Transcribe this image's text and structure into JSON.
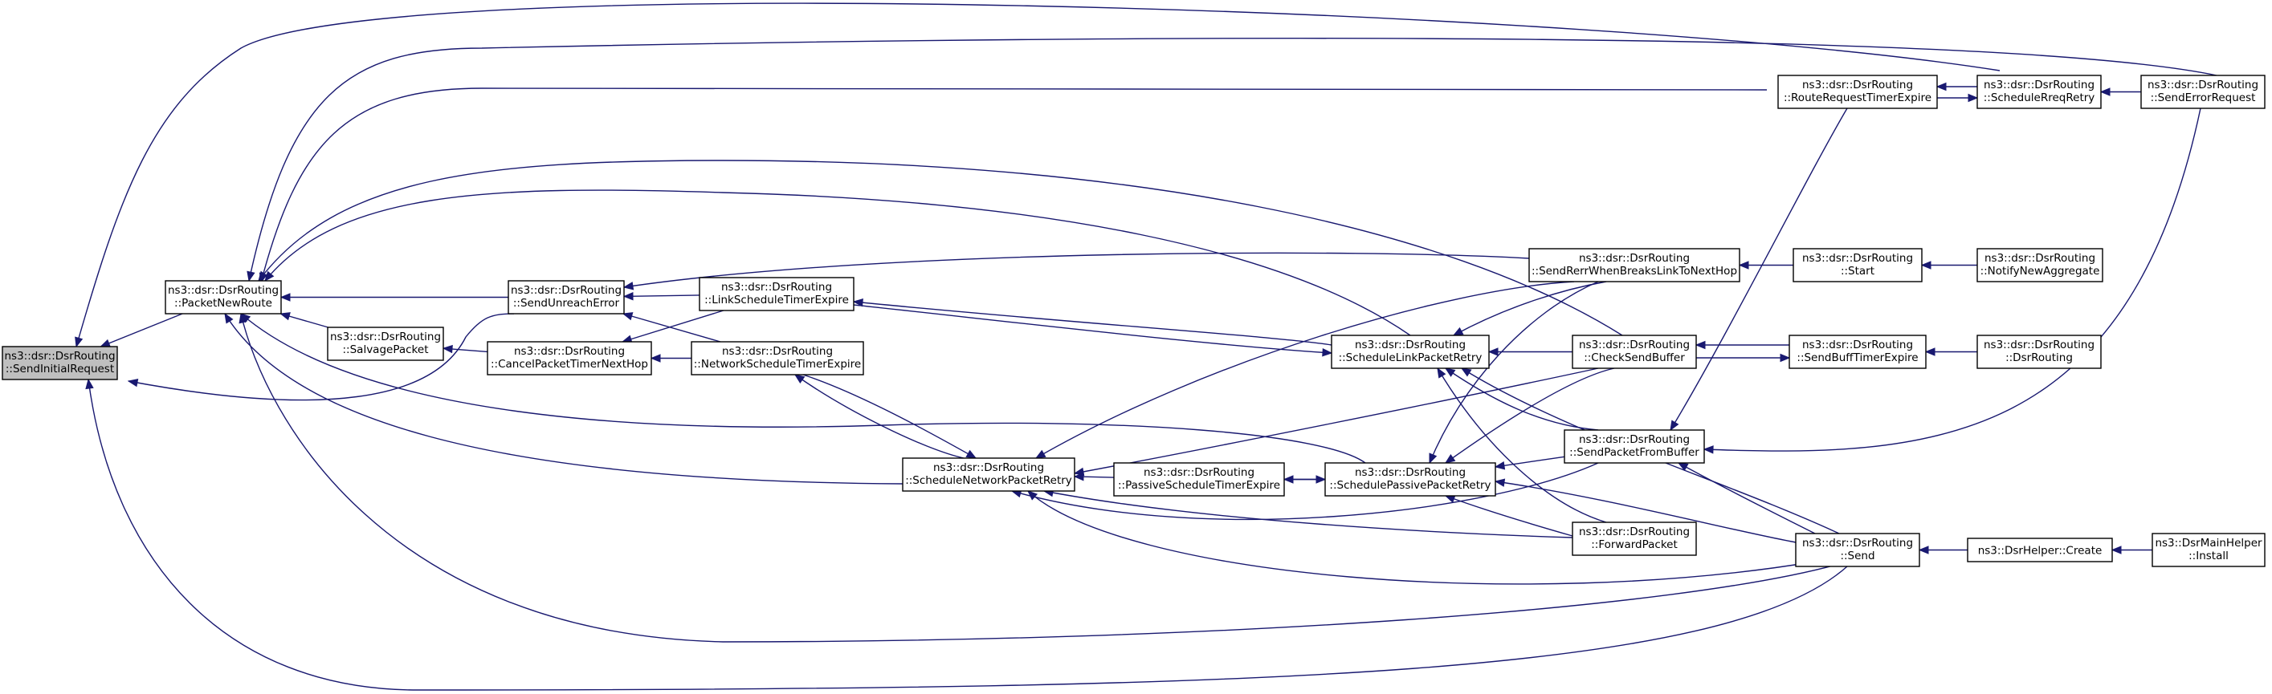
{
  "graph": {
    "nodes": [
      {
        "id": "n0",
        "lines": [
          "ns3::dsr::DsrRouting",
          "::SendInitialRequest"
        ],
        "root": true
      },
      {
        "id": "n1",
        "lines": [
          "ns3::dsr::DsrRouting",
          "::PacketNewRoute"
        ]
      },
      {
        "id": "n2",
        "lines": [
          "ns3::dsr::DsrRouting",
          "::SalvagePacket"
        ]
      },
      {
        "id": "n3",
        "lines": [
          "ns3::dsr::DsrRouting",
          "::SendUnreachError"
        ]
      },
      {
        "id": "n4",
        "lines": [
          "ns3::dsr::DsrRouting",
          "::CancelPacketTimerNextHop"
        ]
      },
      {
        "id": "n5",
        "lines": [
          "ns3::dsr::DsrRouting",
          "::LinkScheduleTimerExpire"
        ]
      },
      {
        "id": "n6",
        "lines": [
          "ns3::dsr::DsrRouting",
          "::NetworkScheduleTimerExpire"
        ]
      },
      {
        "id": "n7",
        "lines": [
          "ns3::dsr::DsrRouting",
          "::ScheduleNetworkPacketRetry"
        ]
      },
      {
        "id": "n8",
        "lines": [
          "ns3::dsr::DsrRouting",
          "::PassiveScheduleTimerExpire"
        ]
      },
      {
        "id": "n9",
        "lines": [
          "ns3::dsr::DsrRouting",
          "::ScheduleLinkPacketRetry"
        ]
      },
      {
        "id": "n10",
        "lines": [
          "ns3::dsr::DsrRouting",
          "::SchedulePassivePacketRetry"
        ]
      },
      {
        "id": "n11",
        "lines": [
          "ns3::dsr::DsrRouting",
          "::SendRerrWhenBreaksLinkToNextHop"
        ]
      },
      {
        "id": "n12",
        "lines": [
          "ns3::dsr::DsrRouting",
          "::CheckSendBuffer"
        ]
      },
      {
        "id": "n13",
        "lines": [
          "ns3::dsr::DsrRouting",
          "::SendPacketFromBuffer"
        ]
      },
      {
        "id": "n14",
        "lines": [
          "ns3::dsr::DsrRouting",
          "::ForwardPacket"
        ]
      },
      {
        "id": "n15",
        "lines": [
          "ns3::dsr::DsrRouting",
          "::RouteRequestTimerExpire"
        ]
      },
      {
        "id": "n16",
        "lines": [
          "ns3::dsr::DsrRouting",
          "::ScheduleRreqRetry"
        ]
      },
      {
        "id": "n17",
        "lines": [
          "ns3::dsr::DsrRouting",
          "::SendErrorRequest"
        ]
      },
      {
        "id": "n18",
        "lines": [
          "ns3::dsr::DsrRouting",
          "::Start"
        ]
      },
      {
        "id": "n19",
        "lines": [
          "ns3::dsr::DsrRouting",
          "::NotifyNewAggregate"
        ]
      },
      {
        "id": "n20",
        "lines": [
          "ns3::dsr::DsrRouting",
          "::SendBuffTimerExpire"
        ]
      },
      {
        "id": "n21",
        "lines": [
          "ns3::dsr::DsrRouting",
          "::DsrRouting"
        ]
      },
      {
        "id": "n22",
        "lines": [
          "ns3::dsr::DsrRouting",
          "::Send"
        ]
      },
      {
        "id": "n23",
        "lines": [
          "ns3::DsrHelper::Create"
        ]
      },
      {
        "id": "n24",
        "lines": [
          "ns3::DsrMainHelper",
          "::Install"
        ]
      }
    ],
    "edges": [
      {
        "from": "n0",
        "to": "n1"
      },
      {
        "from": "n0",
        "to": "n3"
      },
      {
        "from": "n0",
        "to": "n16"
      },
      {
        "from": "n0",
        "to": "n22"
      },
      {
        "from": "n1",
        "to": "n2"
      },
      {
        "from": "n1",
        "to": "n3"
      },
      {
        "from": "n1",
        "to": "n7"
      },
      {
        "from": "n1",
        "to": "n9"
      },
      {
        "from": "n1",
        "to": "n10"
      },
      {
        "from": "n1",
        "to": "n12"
      },
      {
        "from": "n1",
        "to": "n15"
      },
      {
        "from": "n1",
        "to": "n17"
      },
      {
        "from": "n1",
        "to": "n22"
      },
      {
        "from": "n2",
        "to": "n4"
      },
      {
        "from": "n3",
        "to": "n5"
      },
      {
        "from": "n3",
        "to": "n6"
      },
      {
        "from": "n3",
        "to": "n11"
      },
      {
        "from": "n4",
        "to": "n6"
      },
      {
        "from": "n4",
        "to": "n5"
      },
      {
        "from": "n5",
        "to": "n9"
      },
      {
        "from": "n9",
        "to": "n5"
      },
      {
        "from": "n6",
        "to": "n7"
      },
      {
        "from": "n7",
        "to": "n6"
      },
      {
        "from": "n7",
        "to": "n8"
      },
      {
        "from": "n7",
        "to": "n11"
      },
      {
        "from": "n7",
        "to": "n12"
      },
      {
        "from": "n7",
        "to": "n13"
      },
      {
        "from": "n7",
        "to": "n14"
      },
      {
        "from": "n7",
        "to": "n22"
      },
      {
        "from": "n8",
        "to": "n10"
      },
      {
        "from": "n10",
        "to": "n8"
      },
      {
        "from": "n9",
        "to": "n11"
      },
      {
        "from": "n9",
        "to": "n12"
      },
      {
        "from": "n9",
        "to": "n13"
      },
      {
        "from": "n9",
        "to": "n14"
      },
      {
        "from": "n9",
        "to": "n22"
      },
      {
        "from": "n10",
        "to": "n11"
      },
      {
        "from": "n10",
        "to": "n12"
      },
      {
        "from": "n10",
        "to": "n13"
      },
      {
        "from": "n10",
        "to": "n14"
      },
      {
        "from": "n10",
        "to": "n22"
      },
      {
        "from": "n11",
        "to": "n18"
      },
      {
        "from": "n18",
        "to": "n19"
      },
      {
        "from": "n12",
        "to": "n20"
      },
      {
        "from": "n20",
        "to": "n12"
      },
      {
        "from": "n20",
        "to": "n21"
      },
      {
        "from": "n13",
        "to": "n15"
      },
      {
        "from": "n13",
        "to": "n17"
      },
      {
        "from": "n13",
        "to": "n22"
      },
      {
        "from": "n15",
        "to": "n16"
      },
      {
        "from": "n16",
        "to": "n15"
      },
      {
        "from": "n16",
        "to": "n17"
      },
      {
        "from": "n22",
        "to": "n23"
      },
      {
        "from": "n23",
        "to": "n24"
      }
    ]
  }
}
